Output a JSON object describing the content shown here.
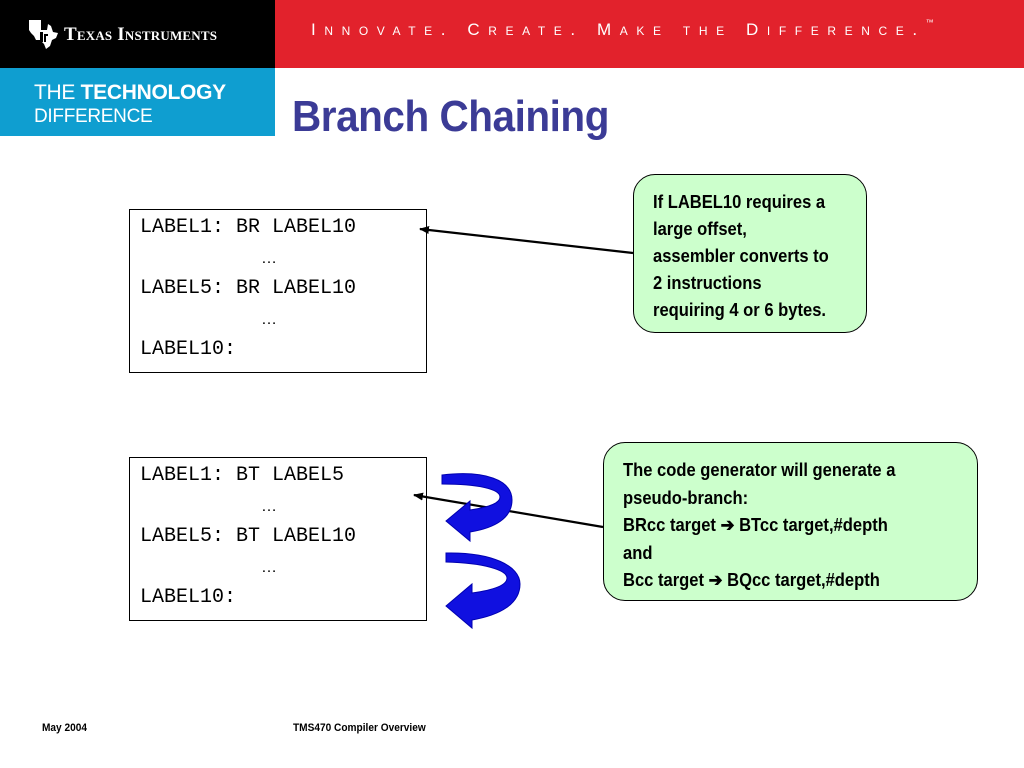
{
  "header": {
    "company_name": "Texas Instruments",
    "tagline": "Innovate. Create. Make the Difference.",
    "trademark": "™"
  },
  "brand": {
    "line1_prefix": "THE",
    "line1_emphasis": "TECHNOLOGY",
    "line2": "DIFFERENCE"
  },
  "slide": {
    "title": "Branch Chaining"
  },
  "code_block_1": {
    "lines": [
      "LABEL1: BR LABEL10",
      "…",
      "LABEL5: BR LABEL10",
      "…",
      "LABEL10:"
    ]
  },
  "code_block_2": {
    "lines": [
      "LABEL1: BT LABEL5",
      "…",
      "LABEL5: BT LABEL10",
      "…",
      "LABEL10:"
    ]
  },
  "callout_1": {
    "lines": [
      "If LABEL10 requires a",
      "large offset,",
      "assembler converts to",
      "2 instructions",
      "requiring 4 or 6 bytes."
    ]
  },
  "callout_2": {
    "line1": "The code generator will generate a",
    "line2": "pseudo-branch:",
    "line3_left": "BRcc target",
    "line3_right": "BTcc target,#depth",
    "line4": "and",
    "line5_left": "Bcc target",
    "line5_right": "BQcc target,#depth",
    "arrow_glyph": "➔"
  },
  "footer": {
    "date": "May 2004",
    "title": "TMS470 Compiler Overview"
  },
  "colors": {
    "header_red": "#e2222c",
    "brand_blue": "#0f9ed0",
    "title_navy": "#3b3b96",
    "callout_green": "#ccffcc",
    "loop_arrow_blue": "#1010e0"
  },
  "icons": {
    "logo": "texas-state-logo-icon",
    "loop_arrow": "curved-loop-arrow-icon"
  }
}
